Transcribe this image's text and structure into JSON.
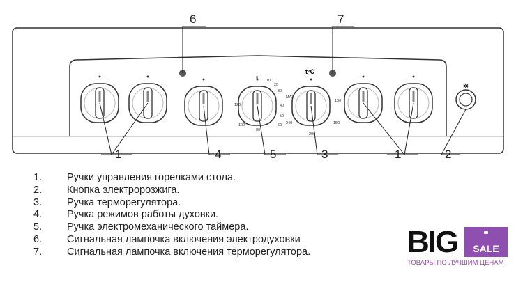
{
  "callouts": {
    "c6": "6",
    "c7": "7",
    "c1a": "1",
    "c4": "4",
    "c5": "5",
    "c3": "3",
    "c1b": "1",
    "c2": "2"
  },
  "timer_scale": [
    "0",
    "10",
    "20",
    "30",
    "40",
    "50",
    "60",
    "80",
    "100",
    "120"
  ],
  "timer_max": "MAX",
  "thermo_label": "t°C",
  "thermo_scale": [
    "100",
    "150",
    "200",
    "240"
  ],
  "legend": [
    {
      "num": "1.",
      "text": "Ручки управления горелками стола."
    },
    {
      "num": "2.",
      "text": "Кнопка электророзжига."
    },
    {
      "num": "3.",
      "text": "Ручка терморегулятора."
    },
    {
      "num": "4.",
      "text": "Ручка режимов работы духовки."
    },
    {
      "num": "5.",
      "text": "Ручка электромеханического таймера."
    },
    {
      "num": "6.",
      "text": "Сигнальная лампочка включения электродуховки"
    },
    {
      "num": "7.",
      "text": "Сигнальная лампочка включения терморегулятора."
    }
  ],
  "logo": {
    "big": "BIG",
    "sale": "SALE",
    "tagline": "ТОВАРЫ ПО ЛУЧШИМ ЦЕНАМ",
    "color": "#8e4fb0"
  }
}
